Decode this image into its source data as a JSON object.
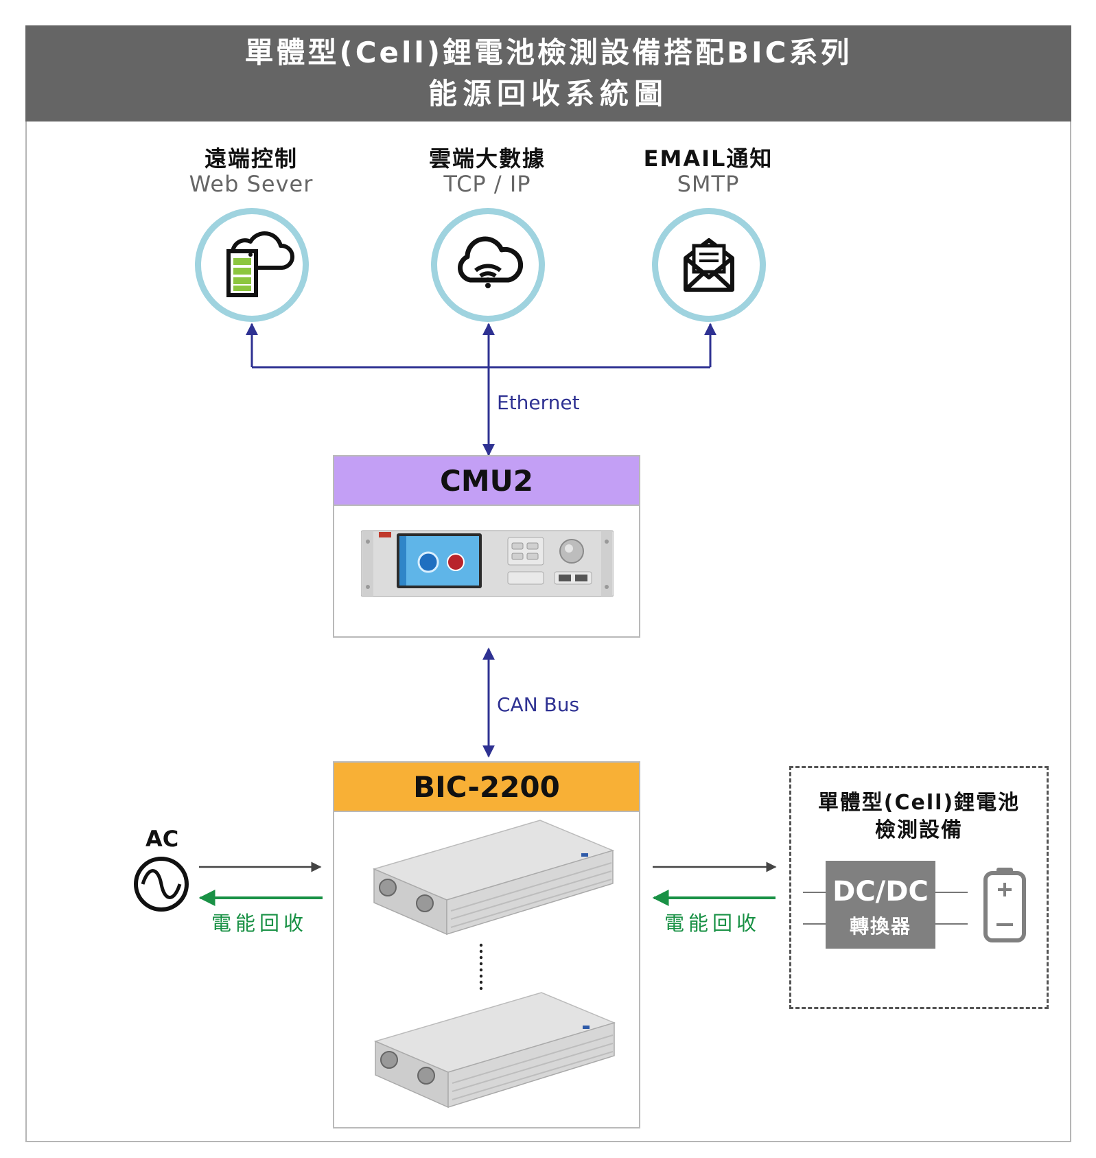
{
  "header": {
    "line1": "單體型(Cell)鋰電池檢測設備搭配BIC系列",
    "line2": "能源回收系統圖"
  },
  "services": [
    {
      "zh": "遠端控制",
      "en": "Web Sever",
      "icon": "server-cloud-icon"
    },
    {
      "zh": "雲端大數據",
      "en": "TCP / IP",
      "icon": "cloud-wifi-icon"
    },
    {
      "zh": "EMAIL通知",
      "en": "SMTP",
      "icon": "email-icon"
    }
  ],
  "links": {
    "ethernet": "Ethernet",
    "canbus": "CAN Bus"
  },
  "cmu": {
    "title": "CMU2"
  },
  "bic": {
    "title": "BIC-2200"
  },
  "ac": {
    "label": "AC"
  },
  "recovery": {
    "label": "電能回收"
  },
  "dut": {
    "title_line1": "單體型(Cell)鋰電池",
    "title_line2": "檢測設備",
    "converter_line1": "DC/DC",
    "converter_line2": "轉換器"
  },
  "colors": {
    "header_bg": "#656565",
    "ring": "#9fd3df",
    "link_blue": "#2e3192",
    "cmu_bar": "#c39ff5",
    "bic_bar": "#f8b036",
    "recovery_green": "#199145",
    "converter_bg": "#808080",
    "server_green": "#8cc63f"
  }
}
